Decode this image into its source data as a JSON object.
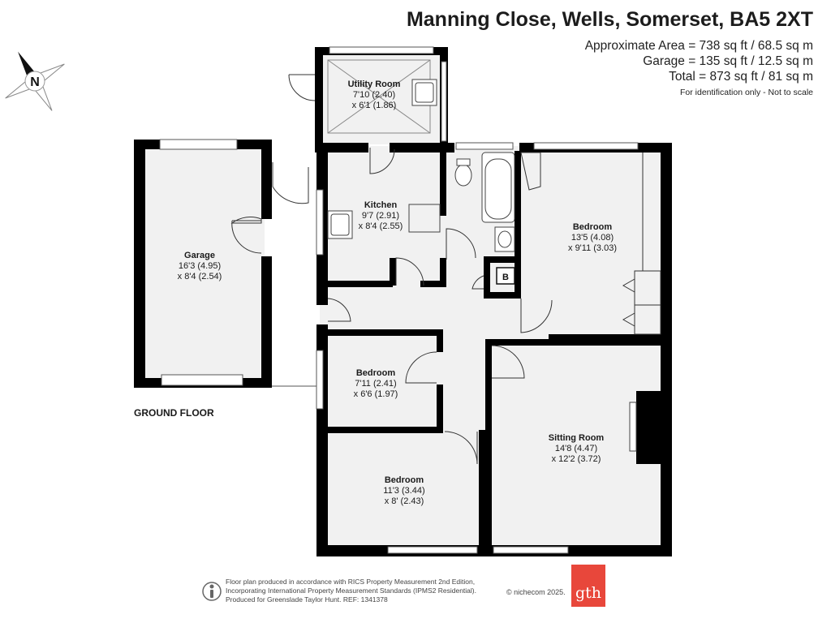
{
  "header": {
    "title": "Manning Close, Wells, Somerset, BA5 2XT",
    "area_line": "Approximate Area = 738 sq ft / 68.5 sq m",
    "garage_line": "Garage = 135 sq ft / 12.5 sq m",
    "total_line": "Total = 873 sq ft / 81 sq m",
    "note": "For identification only - Not to scale"
  },
  "compass": {
    "letter": "N",
    "icon": "compass-rose-icon"
  },
  "floor_label": "GROUND FLOOR",
  "rooms": {
    "utility": {
      "name": "Utility Room",
      "dim1": "7'10 (2.40)",
      "dim2": "x 6'1 (1.86)"
    },
    "kitchen": {
      "name": "Kitchen",
      "dim1": "9'7 (2.91)",
      "dim2": "x 8'4 (2.55)"
    },
    "garage": {
      "name": "Garage",
      "dim1": "16'3 (4.95)",
      "dim2": "x 8'4 (2.54)"
    },
    "bedroom1": {
      "name": "Bedroom",
      "dim1": "13'5 (4.08)",
      "dim2": "x 9'11 (3.03)"
    },
    "bedroom2": {
      "name": "Bedroom",
      "dim1": "7'11 (2.41)",
      "dim2": "x 6'6 (1.97)"
    },
    "bedroom3": {
      "name": "Bedroom",
      "dim1": "11'3 (3.44)",
      "dim2": "x 8' (2.43)"
    },
    "sitting": {
      "name": "Sitting Room",
      "dim1": "14'8 (4.47)",
      "dim2": "x 12'2 (3.72)"
    },
    "boiler": {
      "name": "B"
    }
  },
  "footer": {
    "line1": "Floor plan produced in accordance with RICS Property Measurement 2nd Edition,",
    "line2": "Incorporating International Property Measurement Standards (IPMS2 Residential).",
    "line3": "Produced for Greenslade Taylor Hunt.   REF: 1341378",
    "copyright": "© nichecom 2025.",
    "logo_text": "gth"
  },
  "colors": {
    "wall": "#000000",
    "floor": "#f1f1f1",
    "logo": "#e8473b"
  }
}
